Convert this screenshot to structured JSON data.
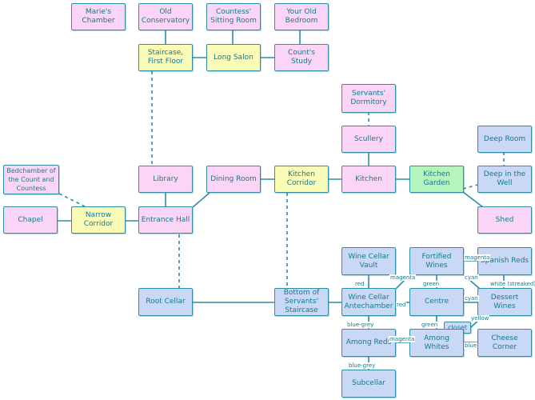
{
  "colors": {
    "stroke": "#2d8ea6",
    "text": "#127a91",
    "pink": "#fbd5f5",
    "yellow": "#fbfbb8",
    "blue": "#c9d9f5",
    "green": "#b6f4bd"
  },
  "rooms": {
    "maries_chamber": "Marie's\nChamber",
    "old_conservatory": "Old\nConservatory",
    "countess_sitting_room": "Countess'\nSitting Room",
    "your_old_bedroom": "Your Old\nBedroom",
    "staircase_first_floor": "Staircase,\nFirst Floor",
    "long_salon": "Long Salon",
    "counts_study": "Count's Study",
    "servants_dormitory": "Servants'\nDormitory",
    "scullery": "Scullery",
    "deep_room": "Deep Room",
    "bedchamber": "Bedchamber of\nthe Count and\nCountess",
    "library": "Library",
    "dining_room": "Dining Room",
    "kitchen_corridor": "Kitchen Corridor",
    "kitchen": "Kitchen",
    "kitchen_garden": "Kitchen Garden",
    "deep_in_the_well": "Deep in the\nWell",
    "chapel": "Chapel",
    "narrow_corridor": "Narrow Corridor",
    "entrance_hall": "Entrance Hall",
    "shed": "Shed",
    "wine_cellar_vault": "Wine Cellar\nVault",
    "fortified_wines": "Fortified Wines",
    "spanish_reds": "Spanish Reds",
    "root_cellar": "Root Cellar",
    "bottom_servants_staircase": "Bottom of\nServants'\nStaircase",
    "wine_cellar_antechamber": "Wine Cellar\nAntechamber",
    "centre": "Centre",
    "dessert_wines": "Dessert Wines",
    "closet": "closet",
    "among_reds": "Among Reds",
    "among_whites": "Among Whites",
    "cheese_corner": "Cheese Corner",
    "subcellar": "Subcellar"
  },
  "edge_labels": {
    "fortified_spanish": "magenta",
    "fortified_antechamber": "magenta",
    "fortified_dessert": "cyan",
    "vault_antechamber": "red",
    "fortified_centre": "green",
    "spanish_dessert": "white (streaked)",
    "antechamber_centre": "red",
    "centre_dessert": "cyan",
    "closet_dessert": "yellow",
    "antechamber_amongreds": "blue-grey",
    "centre_amongwhites": "green",
    "amongreds_amongwhites": "magenta",
    "amongwhites_cheese": "blue",
    "amongreds_subcellar": "blue-grey"
  }
}
